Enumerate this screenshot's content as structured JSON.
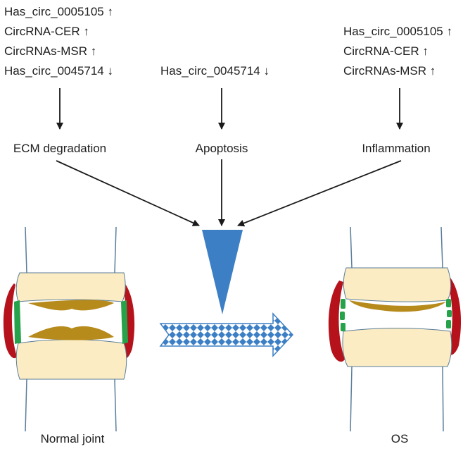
{
  "left_markers": [
    {
      "label": "Has_circ_0005105",
      "arrow": "↑"
    },
    {
      "label": "CircRNA-CER",
      "arrow": "↑"
    },
    {
      "label": "CircRNAs-MSR",
      "arrow": "↑"
    },
    {
      "label": "Has_circ_0045714",
      "arrow": "↓"
    }
  ],
  "center_markers": [
    {
      "label": "Has_circ_0045714",
      "arrow": "↓"
    }
  ],
  "right_markers": [
    {
      "label": "Has_circ_0005105",
      "arrow": "↑"
    },
    {
      "label": "CircRNA-CER",
      "arrow": "↑"
    },
    {
      "label": "CircRNAs-MSR",
      "arrow": "↑"
    }
  ],
  "processes": {
    "left": "ECM degradation",
    "center": "Apoptosis",
    "right": "Inflammation"
  },
  "joints": {
    "normal": "Normal joint",
    "os": "OS"
  },
  "colors": {
    "bone": "#fbecc4",
    "cartilage": "#b78a1c",
    "ligament": "#b5121b",
    "membrane": "#26a24a",
    "funnel": "#3c7fc4",
    "transition_arrow": "#3c7fc4",
    "bone_outline": "#5a7d99"
  }
}
